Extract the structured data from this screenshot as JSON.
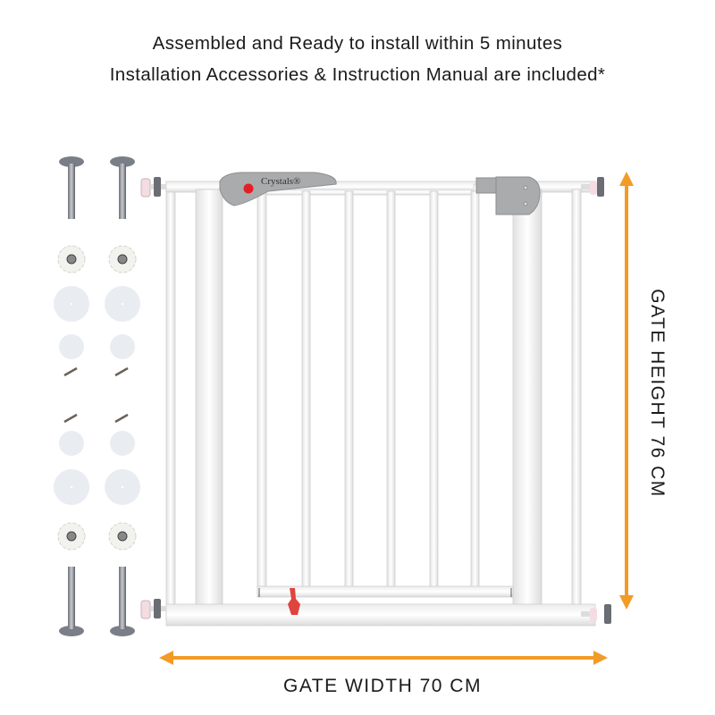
{
  "headline": {
    "line1": "Assembled and Ready to install within 5 minutes",
    "line2": "Installation Accessories & Instruction Manual are included*"
  },
  "dimensions": {
    "width_label": "GATE WIDTH 70 CM",
    "height_label": "GATE HEIGHT 76 CM"
  },
  "brand": {
    "logo_text": "Crystals®"
  },
  "colors": {
    "arrow": "#f29b26",
    "frame": "#f4f4f4",
    "handle": "#a9abad",
    "button": "#e31e24"
  }
}
